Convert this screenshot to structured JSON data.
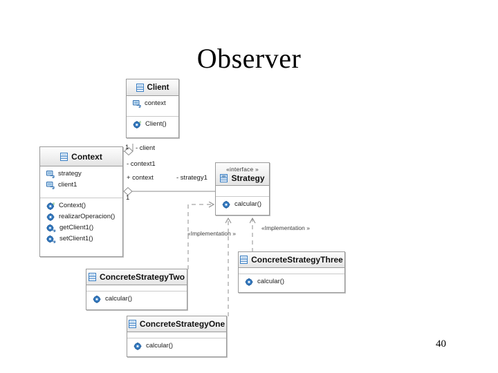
{
  "slide": {
    "title": "Observer",
    "page_number": "40",
    "background": "#ffffff"
  },
  "palette": {
    "box_border": "#9a9a9a",
    "header_gradient_top": "#fdfdfd",
    "header_gradient_bottom": "#e4e4e4",
    "compartment_divider": "#c9c9c9",
    "icon_blue": "#3a7fc4",
    "icon_blue_dark": "#1f5d9e",
    "icon_green": "#4aa544",
    "connector_gray": "#8c8c8c",
    "text": "#1a1a1a"
  },
  "diagram": {
    "type": "uml-class-diagram",
    "classes": [
      {
        "id": "client",
        "name": "Client",
        "stereotype": "",
        "icon": "class-icon",
        "attributes": [
          {
            "label": "context",
            "icon": "attribute-icon"
          }
        ],
        "operations": [
          {
            "label": "Client()",
            "icon": "constructor-icon"
          }
        ]
      },
      {
        "id": "context",
        "name": "Context",
        "stereotype": "",
        "icon": "class-icon",
        "attributes": [
          {
            "label": "strategy",
            "icon": "attribute-icon"
          },
          {
            "label": "client1",
            "icon": "attribute-icon"
          }
        ],
        "operations": [
          {
            "label": "Context()",
            "icon": "constructor-icon"
          },
          {
            "label": "realizarOperacion()",
            "icon": "method-icon"
          },
          {
            "label": "getClient1()",
            "icon": "accessor-icon"
          },
          {
            "label": "setClient1()",
            "icon": "accessor-icon"
          }
        ]
      },
      {
        "id": "strategy",
        "name": "Strategy",
        "stereotype": "«interface »",
        "icon": "interface-icon",
        "attributes": [],
        "operations": [
          {
            "label": "calcular()",
            "icon": "method-icon"
          }
        ]
      },
      {
        "id": "concrete-strategy-two",
        "name": "ConcreteStrategyTwo",
        "stereotype": "",
        "icon": "class-icon",
        "attributes": [],
        "operations": [
          {
            "label": "calcular()",
            "icon": "method-icon"
          }
        ]
      },
      {
        "id": "concrete-strategy-three",
        "name": "ConcreteStrategyThree",
        "stereotype": "",
        "icon": "class-icon",
        "attributes": [],
        "operations": [
          {
            "label": "calcular()",
            "icon": "method-icon"
          }
        ]
      },
      {
        "id": "concrete-strategy-one",
        "name": "ConcreteStrategyOne",
        "stereotype": "",
        "icon": "class-icon",
        "attributes": [],
        "operations": [
          {
            "label": "calcular()",
            "icon": "method-icon"
          }
        ]
      }
    ],
    "edge_labels": {
      "client_role": "- client",
      "client_multiplicity": "1",
      "context1_role": "- context1",
      "context_role": "+ context",
      "strategy1_role": "- strategy1",
      "context_multiplicity": "1",
      "implementation_left": "«Implementation »",
      "implementation_right": "«Implementation »"
    },
    "relations": [
      {
        "from": "context",
        "to": "client",
        "kind": "aggregation"
      },
      {
        "from": "context",
        "to": "strategy",
        "kind": "aggregation"
      },
      {
        "from": "concrete-strategy-two",
        "to": "strategy",
        "kind": "realization"
      },
      {
        "from": "concrete-strategy-one",
        "to": "strategy",
        "kind": "realization"
      },
      {
        "from": "concrete-strategy-three",
        "to": "strategy",
        "kind": "realization"
      }
    ]
  }
}
